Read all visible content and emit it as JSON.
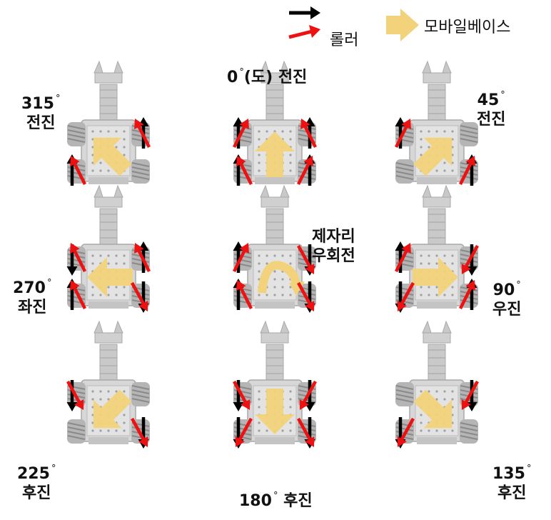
{
  "legend": {
    "roller_label": "롤러",
    "base_label": "모바일베이스",
    "wheel_arrow_color": "#000000",
    "roller_arrow_color": "#ee1111",
    "base_arrow_color": "#f2d27a"
  },
  "directions": [
    {
      "key": "d315",
      "angle": "315",
      "degree_sign": "°",
      "text": "전진"
    },
    {
      "key": "d0",
      "angle": "0",
      "degree_sign": "°",
      "text": "(도) 전진"
    },
    {
      "key": "d45",
      "angle": "45",
      "degree_sign": "°",
      "text": "전진"
    },
    {
      "key": "d270",
      "angle": "270",
      "degree_sign": "°",
      "text": "좌진"
    },
    {
      "key": "rot",
      "text1": "제자리",
      "text2": "우회전"
    },
    {
      "key": "d90",
      "angle": "90",
      "degree_sign": "°",
      "text": "우진"
    },
    {
      "key": "d225",
      "angle": "225",
      "degree_sign": "°",
      "text": "후진"
    },
    {
      "key": "d180",
      "angle": "180",
      "degree_sign": "°",
      "text": "후진"
    },
    {
      "key": "d135",
      "angle": "135",
      "degree_sign": "°",
      "text": "후진"
    }
  ]
}
